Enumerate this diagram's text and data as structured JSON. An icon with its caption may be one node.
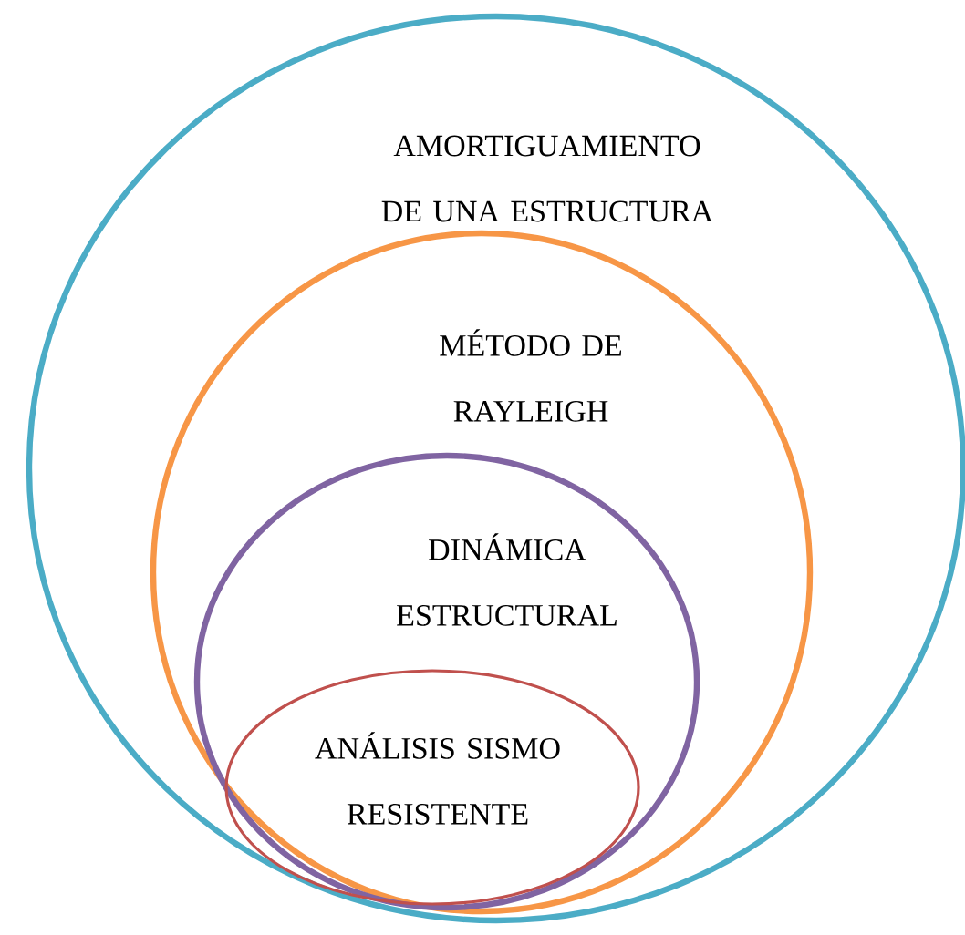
{
  "diagram": {
    "nodes": [
      {
        "text": [
          "AMORTIGUAMIENTO DE UNA ESTRUCTURA"
        ]
      },
      {
        "text": [
          "MÉTODO DE RAYLEIGH"
        ],
        "in": 0
      },
      {
        "text": [
          "DINÁMICA ESTRUCTURAL"
        ],
        "in": 1
      },
      {
        "text": [
          "ANÁLISIS SISMO RESISTENTE"
        ],
        "in": 2
      }
    ]
  }
}
